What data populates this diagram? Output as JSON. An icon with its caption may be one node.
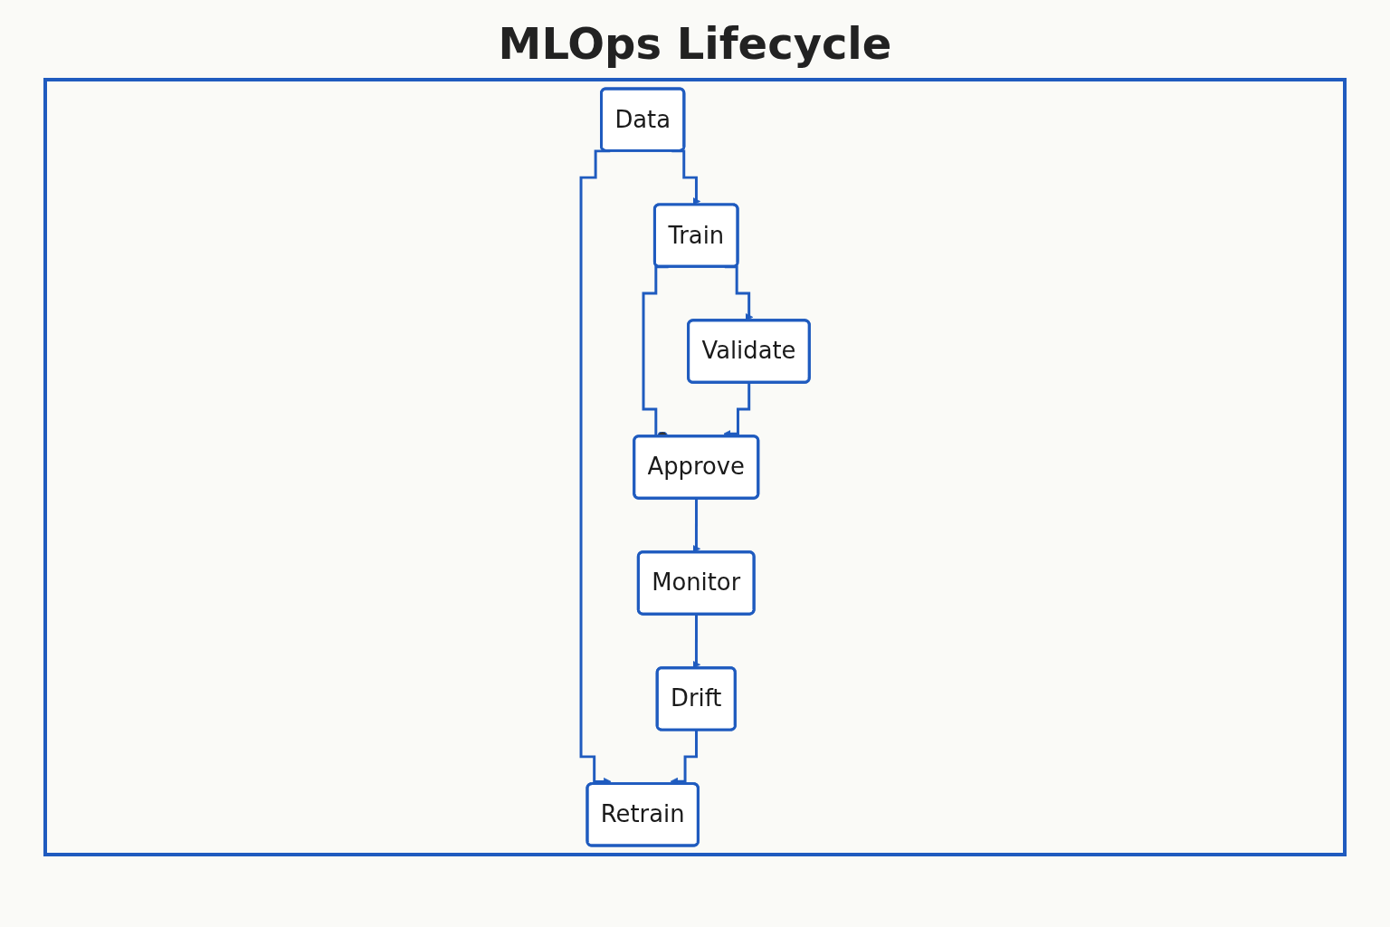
{
  "diagram": {
    "title": "MLOps Lifecycle",
    "nodes": [
      {
        "text": [
          "Data"
        ]
      },
      {
        "text": [
          "Train"
        ]
      },
      {
        "text": [
          "Validate"
        ]
      },
      {
        "text": [
          "Approve"
        ]
      },
      {
        "text": [
          "Monitor"
        ]
      },
      {
        "text": [
          "Drift"
        ]
      },
      {
        "text": [
          "Retrain"
        ]
      }
    ],
    "edges": [
      {
        "from": 0,
        "to": 1,
        "arrow": "to"
      },
      {
        "from": 0,
        "to": 6,
        "arrow": "to"
      },
      {
        "from": 1,
        "to": 2,
        "arrow": "to"
      },
      {
        "from": 1,
        "to": 3,
        "arrow": "other"
      },
      {
        "from": 2,
        "to": 3,
        "arrow": "to"
      },
      {
        "from": 3,
        "to": 4,
        "arrow": "to"
      },
      {
        "from": 4,
        "to": 5,
        "arrow": "to"
      },
      {
        "from": 5,
        "to": 6,
        "arrow": "to"
      }
    ]
  }
}
